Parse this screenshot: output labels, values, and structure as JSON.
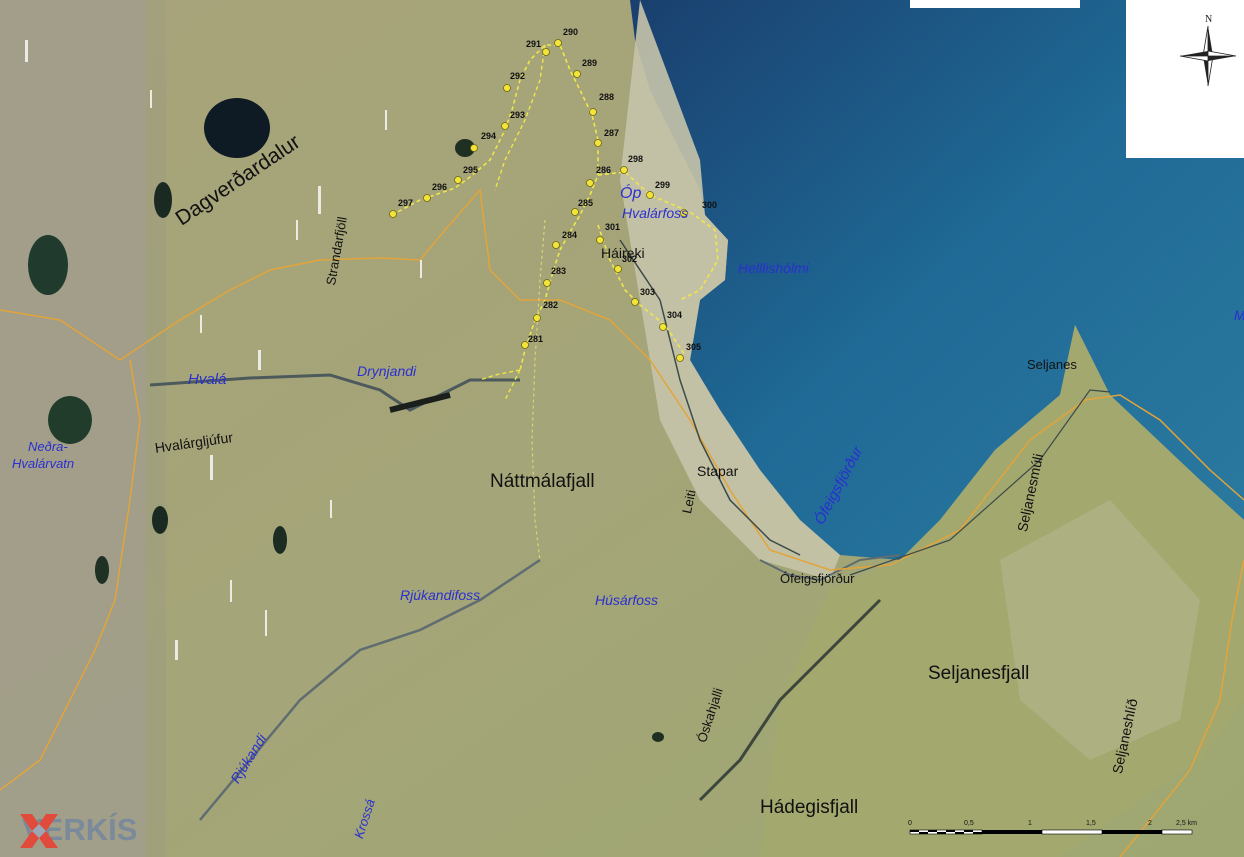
{
  "map": {
    "north_label": "N",
    "logo_text": "VERKÍS",
    "scale": {
      "ticks": [
        "0",
        "0,5",
        "1",
        "1,5",
        "2",
        "2,5 km"
      ]
    },
    "place_labels": [
      "Dagverðardalur",
      "Strandarfjöll",
      "Háireki",
      "Náttmálafjall",
      "Stapar",
      "Leiti",
      "Hvalárgljúfur",
      "Seljanes",
      "Seljanesmúli",
      "Ófeigsfjörður",
      "Seljanesfjall",
      "Seljaneshlíð",
      "Óskahjalli",
      "Hádegisfjall"
    ],
    "water_labels": [
      "Óp",
      "Hvalárfoss",
      "Helllishólmi",
      "Hvalá",
      "Drynjandi",
      "Neðra-",
      "Hvalárvatn",
      "Ófeigsfjörður",
      "Rjúkandifoss",
      "Húsárfoss",
      "Rjúkandi",
      "Krossá",
      "M"
    ],
    "points": [
      "281",
      "282",
      "283",
      "284",
      "285",
      "286",
      "287",
      "288",
      "289",
      "290",
      "291",
      "292",
      "293",
      "294",
      "295",
      "296",
      "297",
      "298",
      "299",
      "300",
      "301",
      "302",
      "303",
      "304",
      "305"
    ],
    "colors": {
      "sea": "#1e5f8c",
      "land": "#a9a477",
      "boundary": "#e3a43a",
      "route": "#f0e64a",
      "water_label": "#2a2fd0"
    }
  }
}
